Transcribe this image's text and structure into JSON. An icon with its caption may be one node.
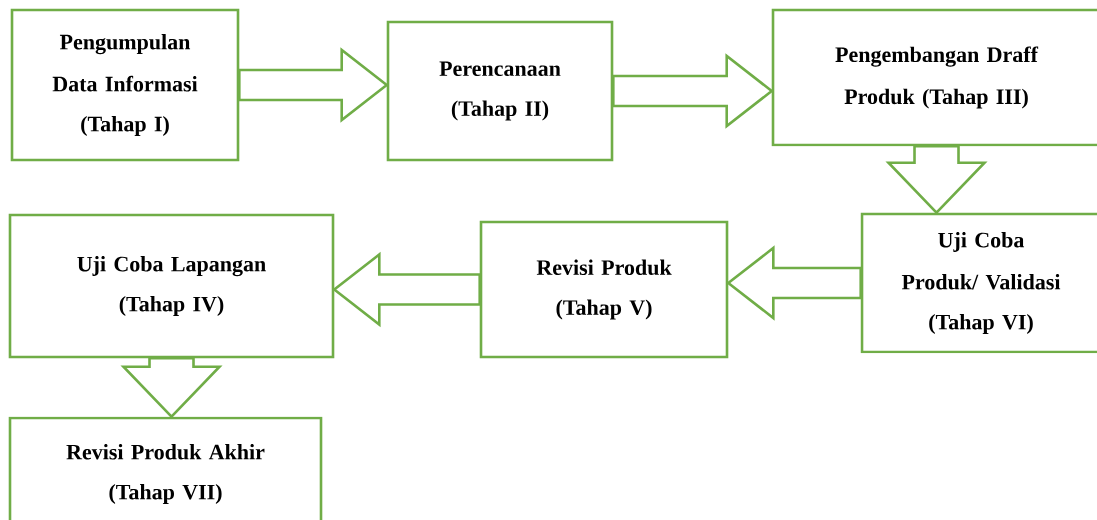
{
  "diagram": {
    "nodes": [
      {
        "text": [
          "Pengumpulan Data Informasi",
          "(Tahap I)"
        ]
      },
      {
        "text": [
          "Perencanaan",
          "(Tahap II)"
        ]
      },
      {
        "text": [
          "Pengembangan Draff Produk (Tahap III)"
        ]
      },
      {
        "text": [
          "Uji Coba Produk/ Validasi",
          "(Tahap VI)"
        ]
      },
      {
        "text": [
          "Revisi Produk",
          "(Tahap V)"
        ]
      },
      {
        "text": [
          "Uji Coba Lapangan",
          "(Tahap IV)"
        ]
      },
      {
        "text": [
          "Revisi Produk Akhir",
          "(Tahap VII)"
        ]
      }
    ],
    "edges": [
      {
        "from": 0,
        "to": 1,
        "arrow": "to"
      },
      {
        "from": 1,
        "to": 2,
        "arrow": "to"
      },
      {
        "from": 2,
        "to": 3,
        "arrow": "to"
      },
      {
        "from": 3,
        "to": 4,
        "arrow": "to"
      },
      {
        "from": 4,
        "to": 5,
        "arrow": "to"
      },
      {
        "from": 5,
        "to": 6,
        "arrow": "to"
      }
    ]
  }
}
